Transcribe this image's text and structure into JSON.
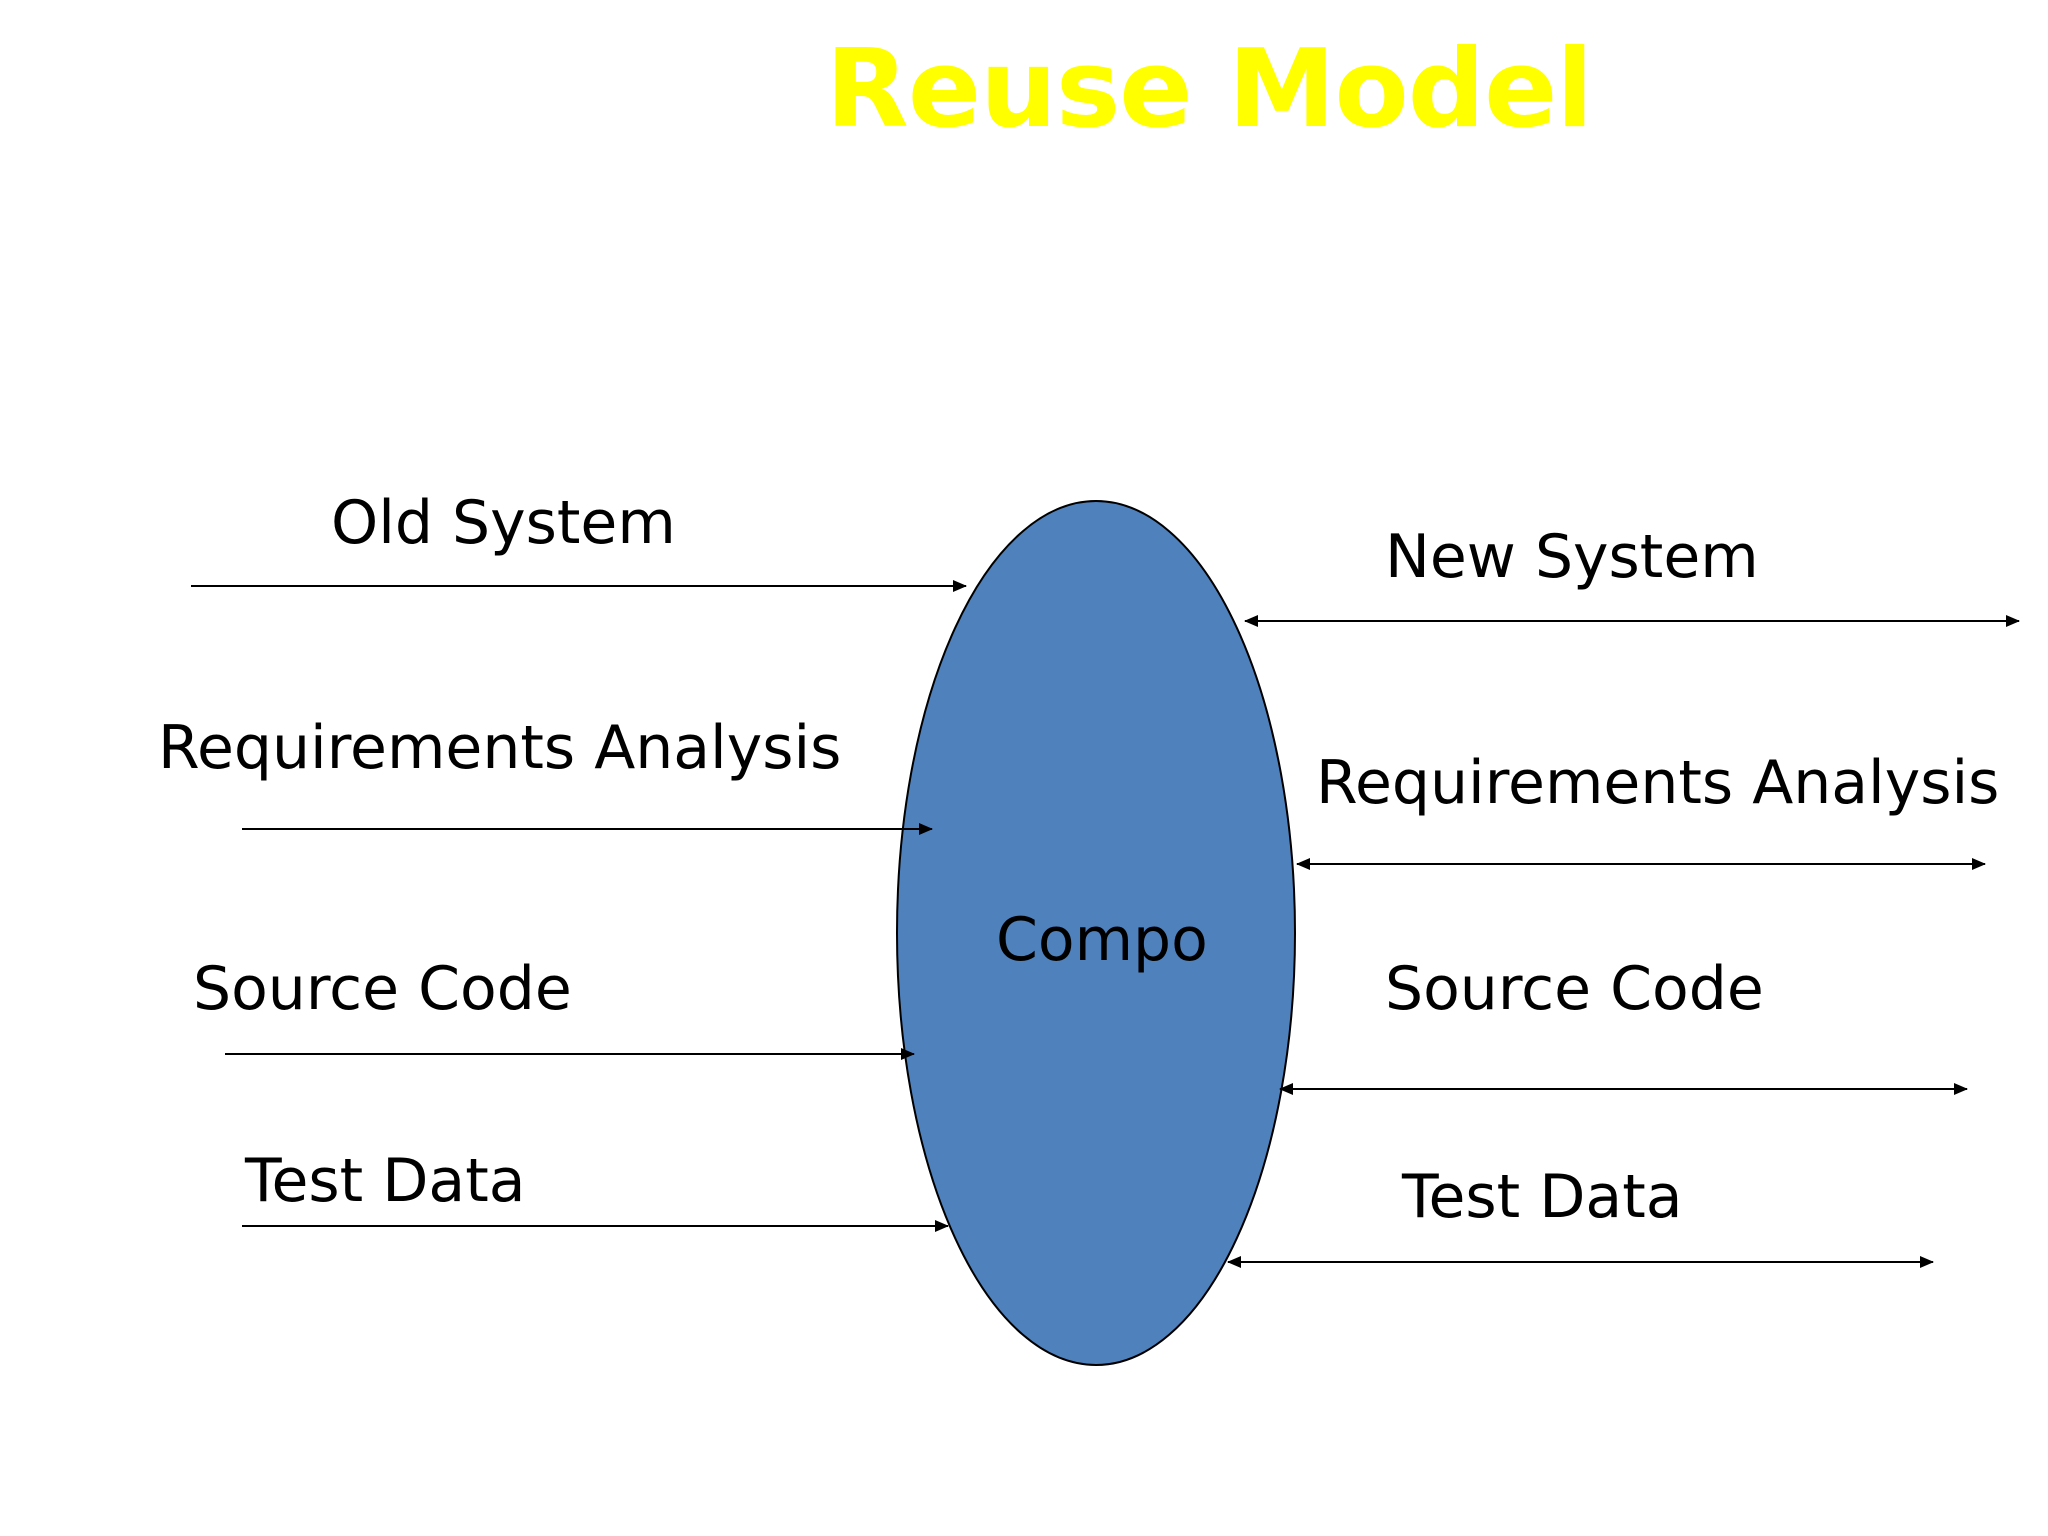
{
  "title": "Reuse Model",
  "center": {
    "label": "Compo",
    "fill_color": "#4f81bd"
  },
  "inputs": [
    "Old System",
    "Requirements Analysis",
    "Source Code",
    "Test Data"
  ],
  "outputs": [
    "New System",
    "Requirements Analysis",
    "Source Code",
    "Test Data"
  ],
  "colors": {
    "title": "#ffff00",
    "ellipse": "#4f81bd",
    "text": "#000000"
  }
}
